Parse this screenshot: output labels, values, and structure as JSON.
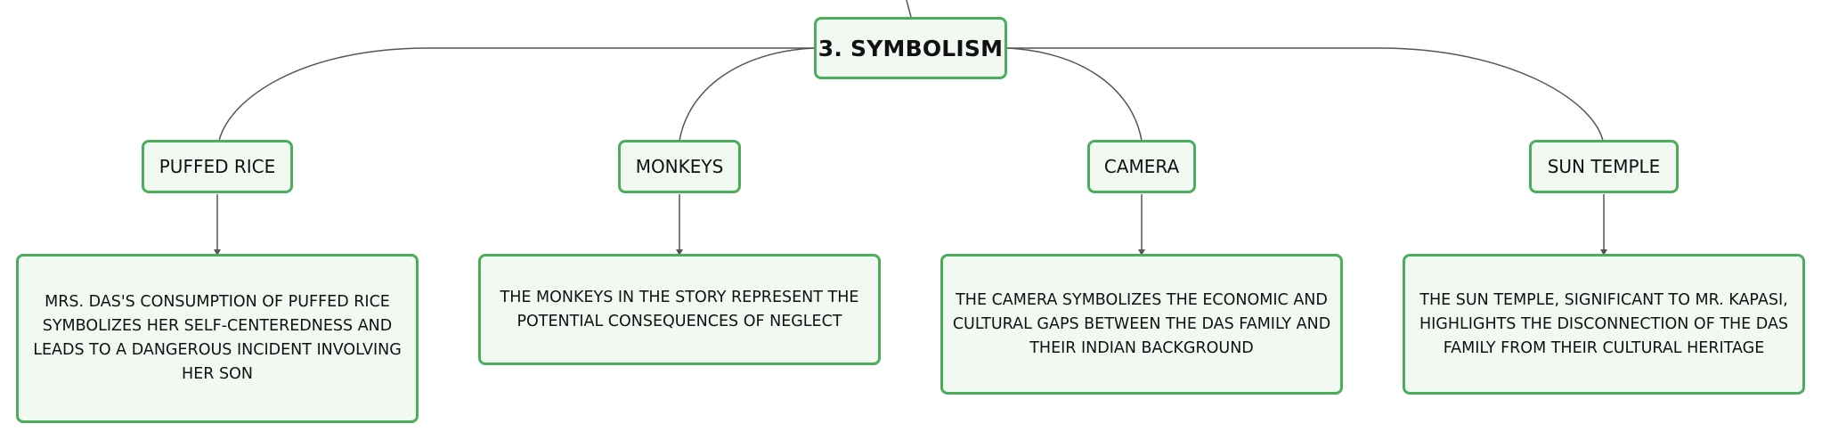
{
  "root": {
    "label": "3. SYMBOLISM"
  },
  "branches": [
    {
      "label": "PUFFED RICE",
      "detail": "MRS. DAS'S CONSUMPTION OF PUFFED RICE SYMBOLIZES HER SELF-CENTEREDNESS AND LEADS TO A DANGEROUS INCIDENT INVOLVING HER SON"
    },
    {
      "label": "MONKEYS",
      "detail": "THE MONKEYS IN THE STORY REPRESENT THE POTENTIAL CONSEQUENCES OF NEGLECT"
    },
    {
      "label": "CAMERA",
      "detail": "THE CAMERA SYMBOLIZES THE ECONOMIC AND CULTURAL GAPS BETWEEN THE DAS FAMILY AND THEIR INDIAN BACKGROUND"
    },
    {
      "label": "SUN TEMPLE",
      "detail": "THE SUN TEMPLE, SIGNIFICANT TO MR. KAPASI, HIGHLIGHTS THE DISCONNECTION OF THE DAS FAMILY FROM THEIR CULTURAL HERITAGE"
    }
  ],
  "colors": {
    "node_border": "#4cae5a",
    "node_fill": "#f2f9f3",
    "connector": "#555555"
  }
}
